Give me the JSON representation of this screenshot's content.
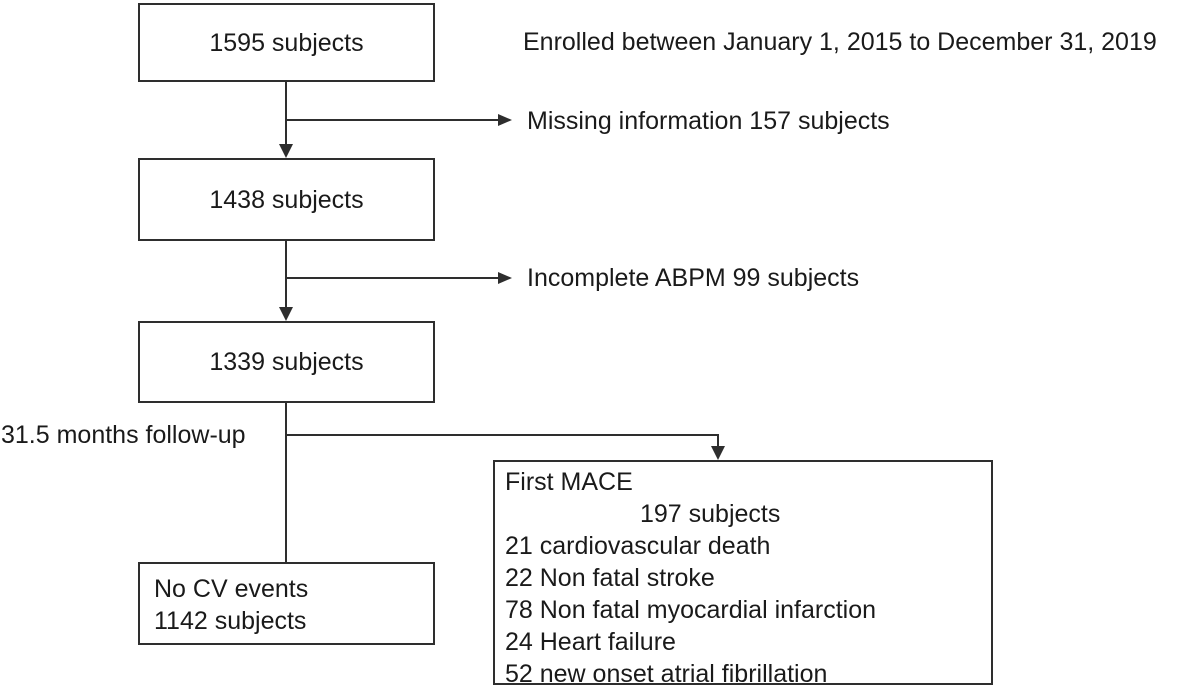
{
  "diagram": {
    "boxes": {
      "enrolled": {
        "label": "1595 subjects"
      },
      "after_missing": {
        "label": "1438 subjects"
      },
      "after_abpm": {
        "label": "1339 subjects"
      },
      "no_cv": {
        "line1": "No CV events",
        "line2": "1142 subjects"
      },
      "first_mace": {
        "title": "First MACE",
        "subtitle": "197 subjects",
        "items": [
          "21 cardiovascular death",
          "22 Non fatal stroke",
          "78 Non fatal myocardial infarction",
          "24 Heart failure",
          "52 new onset atrial fibrillation"
        ]
      }
    },
    "annotations": {
      "enrollment_period": "Enrolled between January 1, 2015 to December 31, 2019",
      "missing_info": "Missing information 157 subjects",
      "incomplete_abpm": "Incomplete ABPM 99 subjects",
      "follow_up": "31.5 months follow-up"
    },
    "colors": {
      "text": "#1a1a1a",
      "line": "#2e2e2e",
      "background": "#ffffff"
    }
  }
}
